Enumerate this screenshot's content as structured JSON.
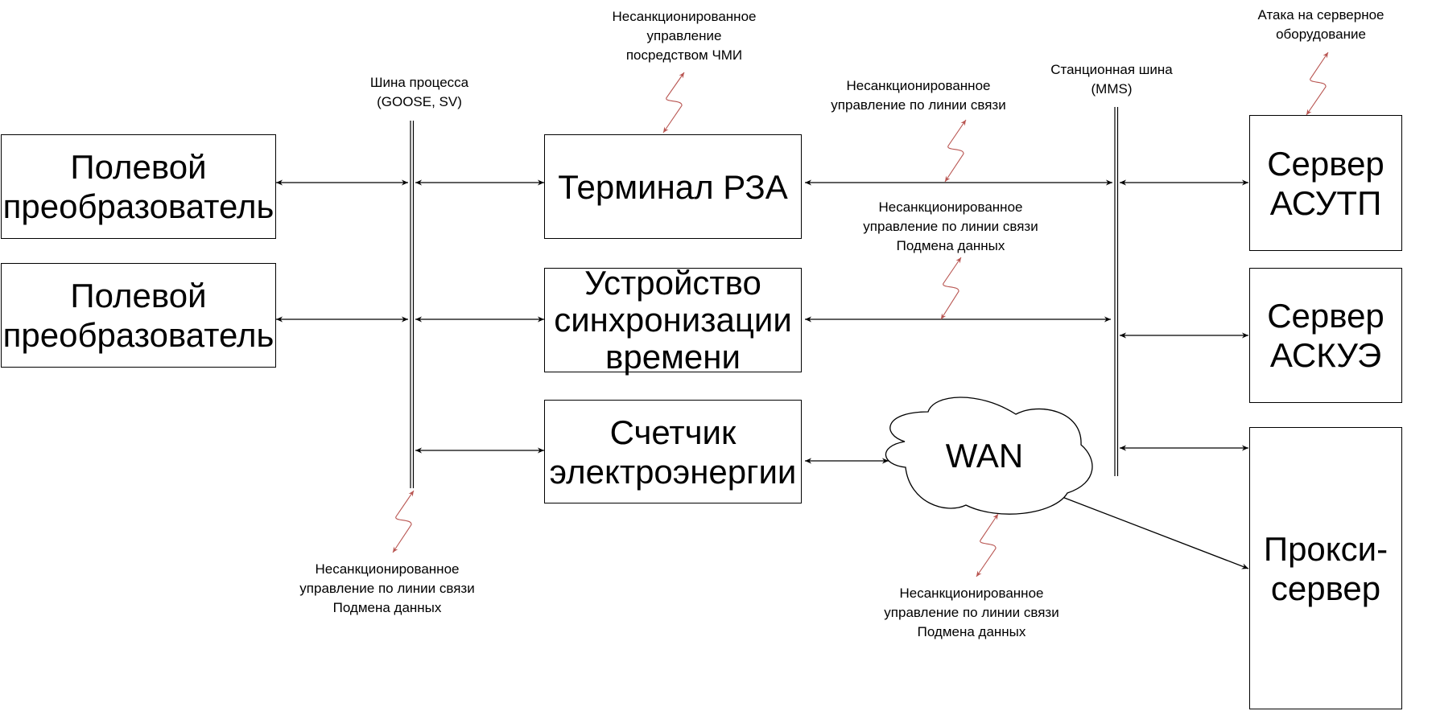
{
  "colors": {
    "line": "#000000",
    "attack": "#b85450"
  },
  "buses": {
    "process": {
      "lines": [
        "Шина процесса",
        "(GOOSE, SV)"
      ]
    },
    "station": {
      "lines": [
        "Станционная шина",
        "(MMS)"
      ]
    }
  },
  "boxes": {
    "field1": [
      "Полевой",
      "преобразователь"
    ],
    "field2": [
      "Полевой",
      "преобразователь"
    ],
    "terminal": [
      "Терминал РЗА"
    ],
    "sync": [
      "Устройство",
      "синхронизации",
      "времени"
    ],
    "meter": [
      "Счетчик",
      "электроэнергии"
    ],
    "server_asutp": [
      "Сервер",
      "АСУТП"
    ],
    "server_askue": [
      "Сервер",
      "АСКУЭ"
    ],
    "proxy": [
      "Прокси-",
      "сервер"
    ]
  },
  "cloud": {
    "label": "WAN"
  },
  "attacks": {
    "hmi": [
      "Несанкционированное",
      "управление",
      "посредством ЧМИ"
    ],
    "link_terminal": [
      "Несанкционированное",
      "управление по линии связи"
    ],
    "link_sync": [
      "Несанкционированное",
      "управление по линии связи",
      "Подмена данных"
    ],
    "server": [
      "Атака на серверное",
      "оборудование"
    ],
    "process_bus": [
      "Несанкционированное",
      "управление по линии связи",
      "Подмена данных"
    ],
    "wan": [
      "Несанкционированное",
      "управление по линии связи",
      "Подмена данных"
    ]
  }
}
